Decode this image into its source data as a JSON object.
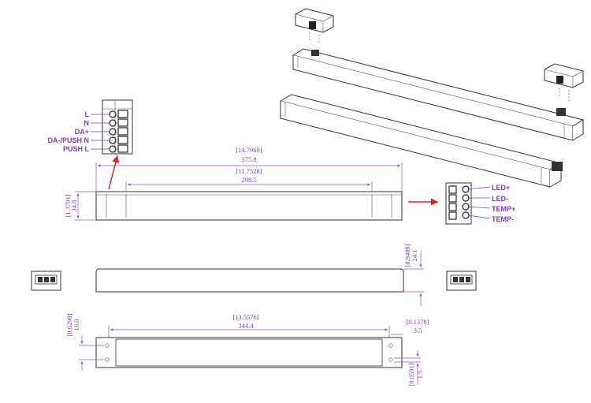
{
  "input_terminals": [
    "L",
    "N",
    "DA+",
    "DA-/PUSH N",
    "PUSH L"
  ],
  "output_terminals": [
    "LED+",
    "LED-",
    "TEMP+",
    "TEMP-"
  ],
  "dimensions": {
    "top_length_in": "[14.7969]",
    "top_length_mm": "375.8",
    "top_inner_in": "[11.7528]",
    "top_inner_mm": "298.5",
    "top_height_in": "[1.3701]",
    "top_height_mm": "34.8",
    "side_height_in": "[0.9488]",
    "side_height_mm": "24.1",
    "bottom_pitch_in": "[13.5576]",
    "bottom_pitch_mm": "344.4",
    "bottom_tab_in": "[0.1378]",
    "bottom_tab_mm": "3.5",
    "bottom_hole_span_in": "[0.6299]",
    "bottom_hole_span_mm": "16.0",
    "bottom_hole_in": "[0.0591]",
    "bottom_hole_mm": "1.5"
  },
  "colors": {
    "dimension": "#7a3fb5",
    "arrow": "#e0201f",
    "outline": "#333333"
  }
}
